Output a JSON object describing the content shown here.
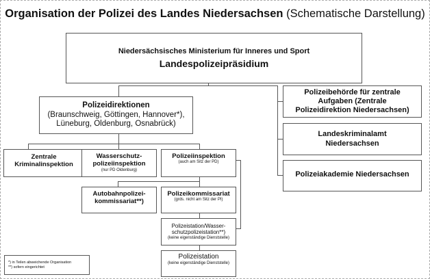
{
  "title": {
    "bold": "Organisation der Polizei des Landes Niedersachsen",
    "normal": " (Schematische Darstellung)"
  },
  "top": {
    "line1": "Niedersächsisches Ministerium für Inneres und Sport",
    "line2": "Landespolizeipräsidium"
  },
  "pd": {
    "title": "Polizeidirektionen",
    "line1": "(Braunschweig, Göttingen, Hannover*),",
    "line2": "Lüneburg, Oldenburg, Osnabrück)"
  },
  "right": [
    "Polizeibehörde für zentrale Aufgaben (Zentrale Polizeidirektion Niedersachsen)",
    "Landeskriminalamt Niedersachsen",
    "Polizeiakademie Niedersachsen"
  ],
  "zki": "Zentrale Kriminalinspektion",
  "wspi": {
    "title": "Wasserschutz-polizeiinspektion",
    "note": "(nur PD Oldenburg)"
  },
  "pi": {
    "title": "Polizeiinspektion",
    "note": "(auch am Sitz der PD)"
  },
  "abpk": "Autobahnpolizei-kommissariat**)",
  "pk": {
    "title": "Polizeikommissariat",
    "note": "(grds. nicht am Sitz der PI)"
  },
  "pst_ws": {
    "title": "Polizeistation/Wasser-schutzpolizeistation**)",
    "note": "(keine eigenständige Dienststelle)"
  },
  "pst": {
    "title": "Polizeistation",
    "note": "(keine eigenständige Dienststelle)"
  },
  "footnotes": [
    "*) in Teilen abweichende Organisation",
    "**) sofern eingerichtet"
  ]
}
